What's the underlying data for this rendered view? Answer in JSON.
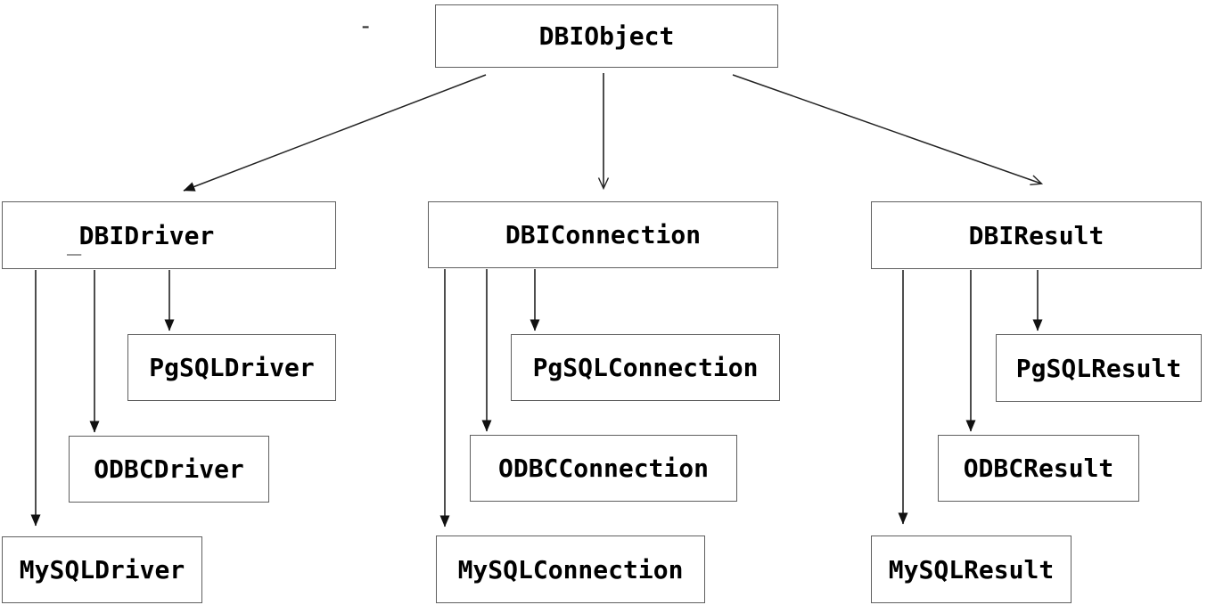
{
  "diagram_type": "class-hierarchy",
  "nodes": {
    "dbiobject": {
      "label": "DBIObject"
    },
    "dbidriver": {
      "label": "DBIDriver"
    },
    "dbiconnection": {
      "label": "DBIConnection"
    },
    "dbiresult": {
      "label": "DBIResult"
    },
    "pgsqldriver": {
      "label": "PgSQLDriver"
    },
    "odbcdriver": {
      "label": "ODBCDriver"
    },
    "mysqldriver": {
      "label": "MySQLDriver"
    },
    "pgsqlconnection": {
      "label": "PgSQLConnection"
    },
    "odbcconnection": {
      "label": "ODBCConnection"
    },
    "mysqlconnection": {
      "label": "MySQLConnection"
    },
    "pgsqlresult": {
      "label": "PgSQLResult"
    },
    "odbcresult": {
      "label": "ODBCResult"
    },
    "mysqlresult": {
      "label": "MySQLResult"
    }
  },
  "edges": [
    {
      "from": "DBIObject",
      "to": "DBIDriver",
      "head": "filled"
    },
    {
      "from": "DBIObject",
      "to": "DBIConnection",
      "head": "open"
    },
    {
      "from": "DBIObject",
      "to": "DBIResult",
      "head": "open"
    },
    {
      "from": "DBIDriver",
      "to": "PgSQLDriver",
      "head": "filled"
    },
    {
      "from": "DBIDriver",
      "to": "ODBCDriver",
      "head": "filled"
    },
    {
      "from": "DBIDriver",
      "to": "MySQLDriver",
      "head": "filled"
    },
    {
      "from": "DBIConnection",
      "to": "PgSQLConnection",
      "head": "filled"
    },
    {
      "from": "DBIConnection",
      "to": "ODBCConnection",
      "head": "filled"
    },
    {
      "from": "DBIConnection",
      "to": "MySQLConnection",
      "head": "filled"
    },
    {
      "from": "DBIResult",
      "to": "PgSQLResult",
      "head": "filled"
    },
    {
      "from": "DBIResult",
      "to": "ODBCResult",
      "head": "filled"
    },
    {
      "from": "DBIResult",
      "to": "MySQLResult",
      "head": "filled"
    }
  ],
  "artifacts": {
    "stray_dash": "-",
    "stray_underscore": "_"
  },
  "colors": {
    "background": "#ffffff",
    "box_border": "#5f5f5f",
    "line": "#222222",
    "text": "#000000"
  }
}
